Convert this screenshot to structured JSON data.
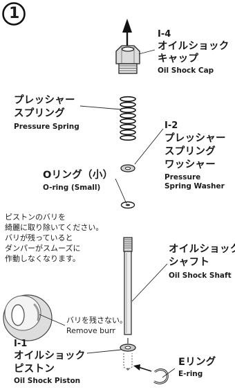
{
  "step_number": "1",
  "labels": {
    "cap": {
      "code": "I-4",
      "jp_1": "オイルショック",
      "jp_2": "キャップ",
      "en": "Oil Shock Cap"
    },
    "spring": {
      "jp_1": "プレッシャー",
      "jp_2": "スプリング",
      "en": "Pressure Spring"
    },
    "washer": {
      "code": "I-2",
      "jp_1": "プレッシャー",
      "jp_2": "スプリング",
      "jp_3": "ワッシャー",
      "en_1": "Pressure",
      "en_2": "Spring Washer"
    },
    "oring": {
      "jp": "Oリング（小）",
      "en": "O-ring (Small)"
    },
    "shaft": {
      "jp_1": "オイルショック",
      "jp_2": "シャフト",
      "en": "Oil Shock Shaft"
    },
    "piston": {
      "code": "I-1",
      "jp_1": "オイルショック",
      "jp_2": "ピストン",
      "en": "Oil Shock Piston"
    },
    "ering": {
      "jp": "Eリング",
      "en": "E-ring"
    }
  },
  "note": {
    "line_1": "ピストンのバリを",
    "line_2": "綺麗に取り除いてください。",
    "line_3": "バリが残っていると",
    "line_4": "ダンパーがスムーズに",
    "line_5": "作動しなくなります。"
  },
  "burr": {
    "jp": "バリを残さない。",
    "en": "Remove burr"
  }
}
